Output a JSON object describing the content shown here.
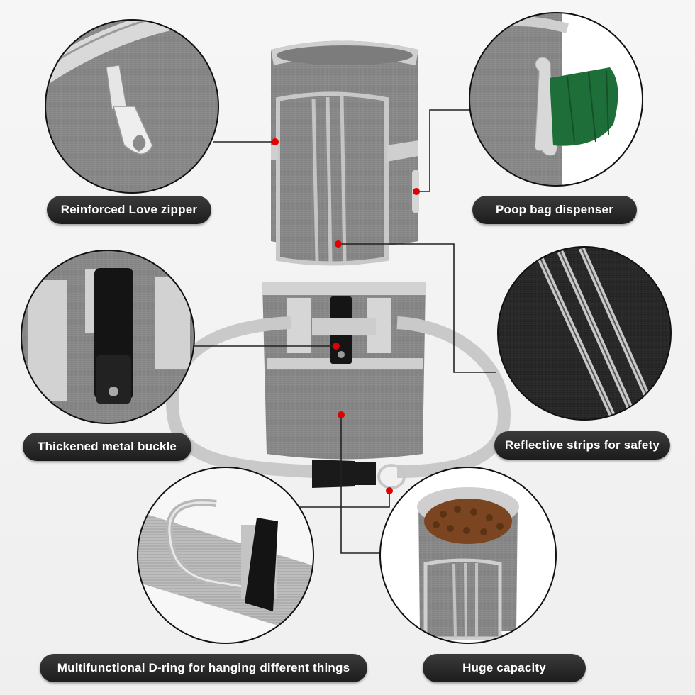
{
  "labels": {
    "zipper": "Reinforced Love zipper",
    "dispenser": "Poop bag dispenser",
    "buckle": "Thickened metal buckle",
    "reflective": "Reflective strips for safety",
    "dring": "Multifunctional D-ring for hanging different things",
    "capacity": "Huge capacity"
  },
  "colors": {
    "fabric": "#8a8a8a",
    "trim": "#cfcfcf",
    "label_bg": "#262626",
    "pointer": "#e00000",
    "poop_bag": "#1e6e3a",
    "kibble": "#7a4520"
  }
}
